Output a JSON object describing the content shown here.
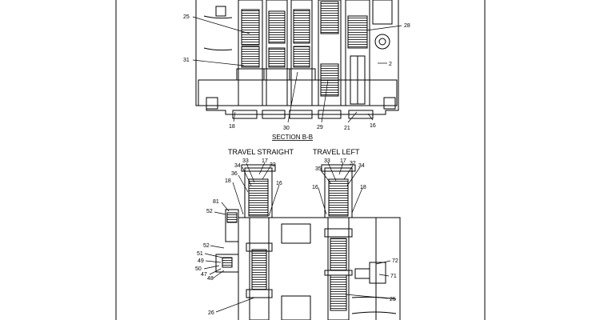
{
  "section_top": {
    "callouts": [
      "25",
      "28",
      "31",
      "2",
      "18",
      "30",
      "29",
      "21",
      "16"
    ],
    "caption": "SECTION B-B"
  },
  "travel_straight": {
    "title": "TRAVEL STRAIGHT",
    "callouts": [
      "33",
      "17",
      "32",
      "34",
      "36",
      "16",
      "18",
      "81",
      "52",
      "52",
      "51",
      "49",
      "50",
      "47",
      "48",
      "26"
    ]
  },
  "travel_left": {
    "title": "TRAVEL LEFT",
    "callouts": [
      "33",
      "17",
      "32",
      "34",
      "35",
      "16",
      "18",
      "72",
      "71",
      "25"
    ]
  }
}
